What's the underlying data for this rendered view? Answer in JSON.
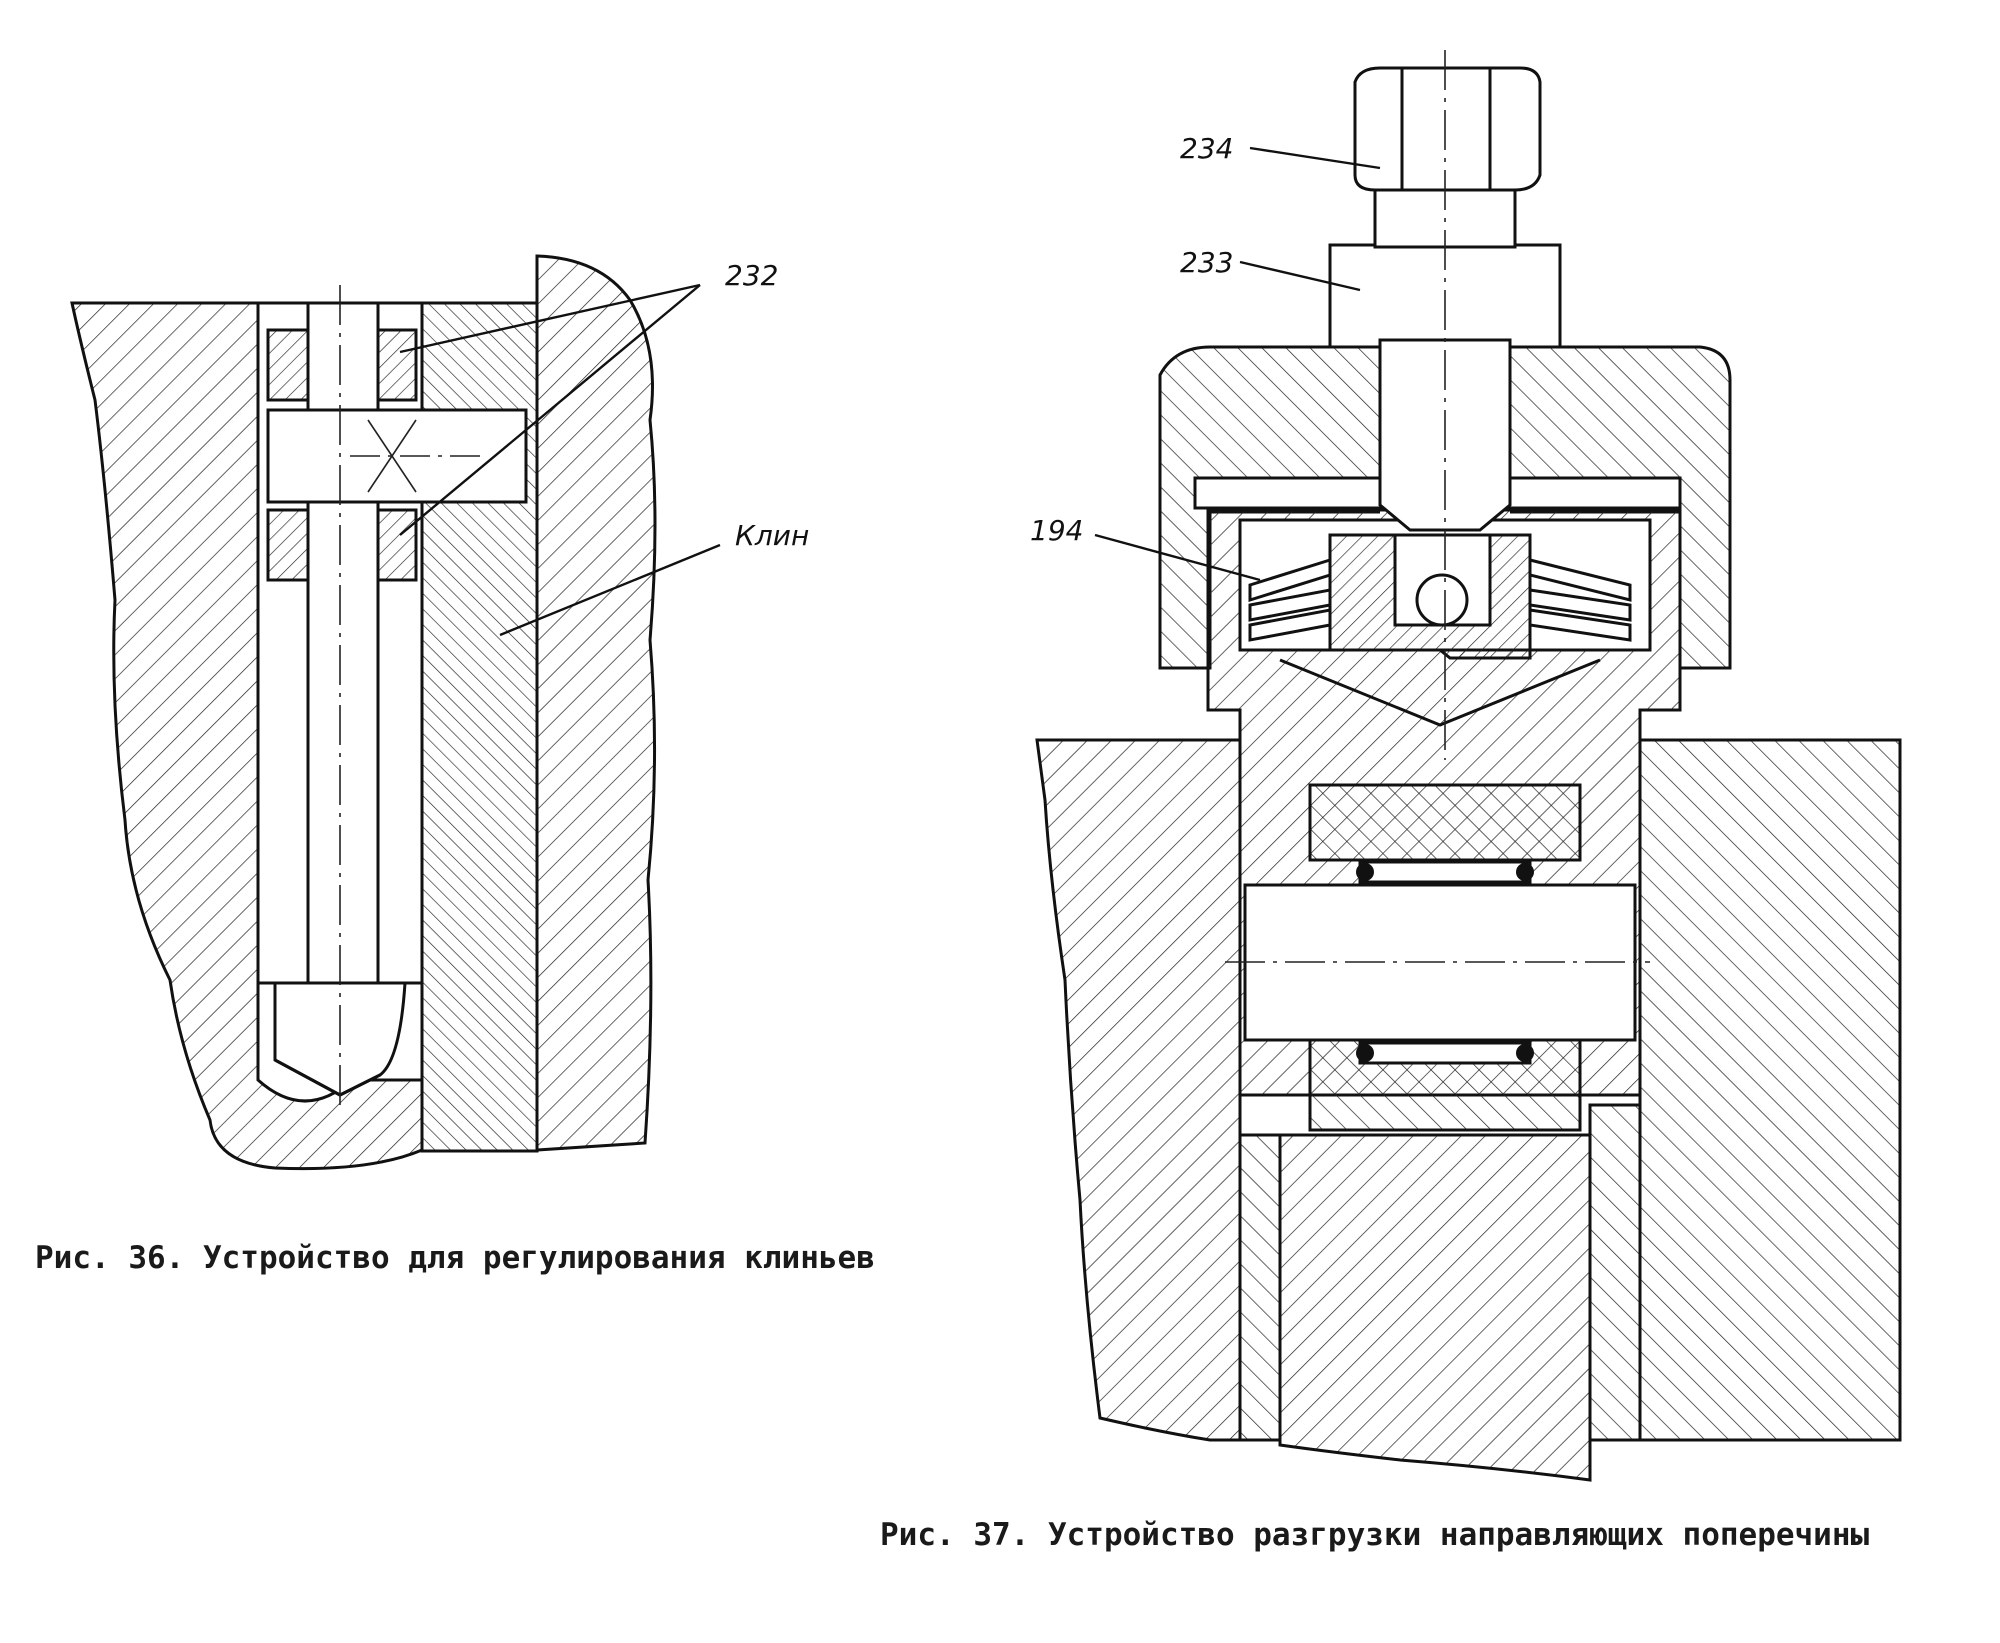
{
  "figures": [
    {
      "id": "fig36",
      "caption": "Рис. 36. Устройство для регулирования клиньев",
      "labels": {
        "part_232": "232",
        "wedge": "Клин"
      }
    },
    {
      "id": "fig37",
      "caption": "Рис. 37. Устройство разгрузки направляющих поперечины",
      "labels": {
        "part_234": "234",
        "part_233": "233",
        "part_194": "194"
      }
    }
  ],
  "colors": {
    "ink": "#111111",
    "paper": "#ffffff"
  }
}
